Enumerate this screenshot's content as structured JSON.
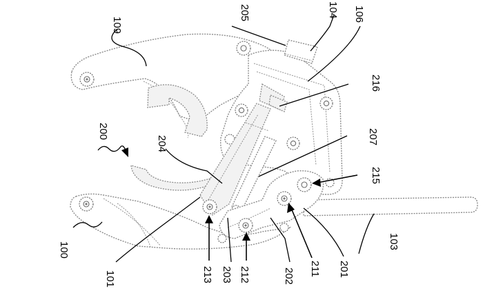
{
  "figure": {
    "reference_numerals": {
      "r100": "100",
      "r101": "101",
      "r103": "103",
      "r104": "104",
      "r106": "106",
      "r109": "109",
      "r200": "200",
      "r201": "201",
      "r202": "202",
      "r203": "203",
      "r204": "204",
      "r205": "205",
      "r207": "207",
      "r211": "211",
      "r212": "212",
      "r213": "213",
      "r215": "215",
      "r216": "216"
    }
  }
}
